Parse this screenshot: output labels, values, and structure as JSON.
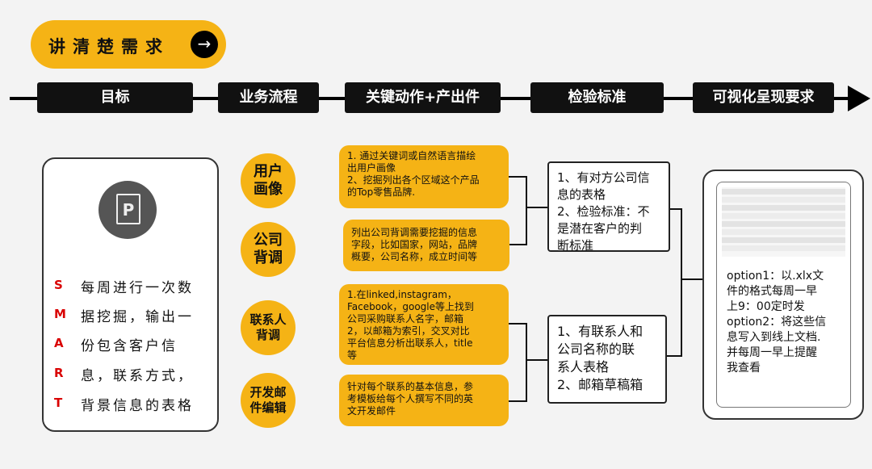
{
  "title": "讲清楚需求",
  "arrow_glyph": "→",
  "stages": [
    "目标",
    "业务流程",
    "关键动作+产出件",
    "检验标准",
    "可视化呈现要求"
  ],
  "smart": {
    "icon_letter": "P",
    "letters": [
      "S",
      "M",
      "A",
      "R",
      "T"
    ],
    "lines": [
      "每周进行一次数",
      "据挖掘，输出一",
      "份包含客户信",
      "息，联系方式，",
      "背景信息的表格"
    ]
  },
  "process": {
    "items": [
      {
        "label_lines": [
          "用户",
          "画像"
        ]
      },
      {
        "label_lines": [
          "公司",
          "背调"
        ]
      },
      {
        "label_lines": [
          "联系人",
          "背调"
        ]
      },
      {
        "label_lines": [
          "开发邮",
          "件编辑"
        ]
      }
    ]
  },
  "actions": [
    {
      "lines": [
        "1. 通过关键词或自然语言描绘",
        "出用户画像",
        "2、挖掘列出各个区域这个产品",
        "的Top零售品牌."
      ]
    },
    {
      "lines": [
        "列出公司背调需要挖掘的信息",
        "字段，比如国家，网站，品牌",
        "概要，公司名称，成立时间等"
      ]
    },
    {
      "lines": [
        "1.在linked,instagram，",
        "Facebook，google等上找到",
        "公司采购联系人名字，邮箱",
        "2，以邮箱为索引，交叉对比",
        "平台信息分析出联系人，title",
        "等"
      ]
    },
    {
      "lines": [
        "针对每个联系的基本信息，参",
        "考模板给每个人撰写不同的英",
        "文开发邮件"
      ]
    }
  ],
  "checks": [
    {
      "lines": [
        "1、有对方公司信",
        "息的表格",
        "2、检验标准：不",
        "是潜在客户的判",
        "断标准"
      ]
    },
    {
      "lines": [
        "1、有联系人和",
        "公司名称的联",
        "系人表格",
        "2、邮箱草稿箱"
      ]
    }
  ],
  "visual": {
    "lines": [
      "option1：以.xlx文",
      "件的格式每周一早",
      "上9：00定时发",
      "option2：将这些信",
      "息写入到线上文档.",
      "并每周一早上提醒",
      "我查看"
    ]
  },
  "colors": {
    "accent": "#f5b315",
    "dark": "#111111",
    "smart_red": "#d90000"
  }
}
